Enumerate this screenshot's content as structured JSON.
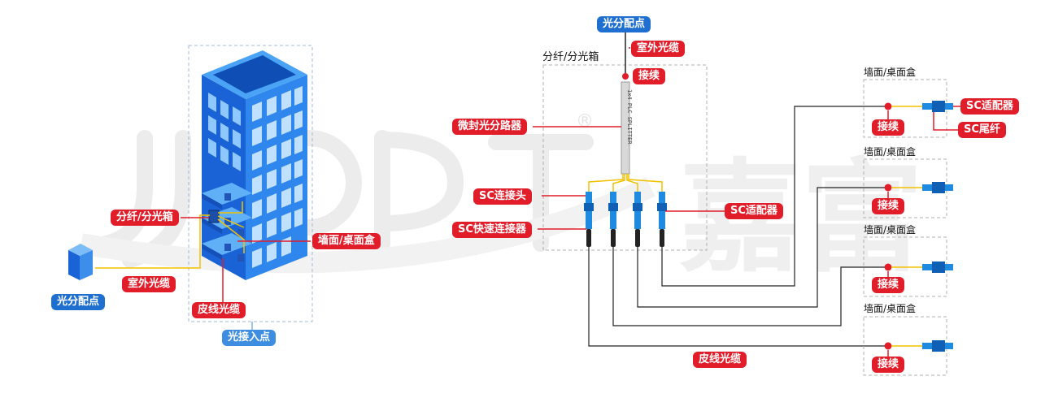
{
  "watermark": {
    "latin": "JDPT",
    "registered": "®",
    "chinese": "嘉富"
  },
  "left_scene": {
    "labels": {
      "fiber_dist_box": "分纤/分光箱",
      "wall_desk_box": "墙面/桌面盒",
      "outdoor_cable": "室外光缆",
      "drop_cable": "皮线光缆",
      "optical_dist_point": "光分配点",
      "fiber_entry_point": "光接入点"
    }
  },
  "right_scene": {
    "top_label": "光分配点",
    "outdoor_cable": "室外光缆",
    "box_title": "分纤/分光箱",
    "splice": "接续",
    "micro_splitter": "微封光分路器",
    "splitter_body_text": "1x4 PLC SPLITTER",
    "sc_connector": "SC连接头",
    "sc_fast_connector": "SC快速连接器",
    "sc_adapter": "SC适配器",
    "drop_cable": "皮线光缆",
    "wall_boxes": [
      {
        "title": "墙面/桌面盒",
        "splice": "接续",
        "adapter": "SC适配器",
        "pigtail": "SC尾纤"
      },
      {
        "title": "墙面/桌面盒",
        "splice": "接续"
      },
      {
        "title": "墙面/桌面盒",
        "splice": "接续"
      },
      {
        "title": "墙面/桌面盒",
        "splice": "接续"
      }
    ]
  },
  "colors": {
    "label_red": "#e11d2a",
    "label_blue": "#1e6fcf",
    "fiber_yellow": "#f2c200",
    "building_blue": "#1f6fe0",
    "connector_blue": "#1f8be0"
  }
}
